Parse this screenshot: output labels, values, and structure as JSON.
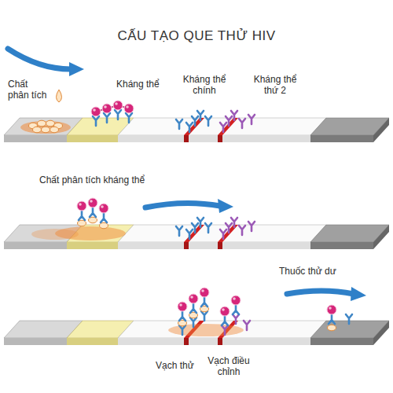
{
  "diagram": {
    "title": "CẤU TẠO QUE THỬ HIV",
    "labels": [
      "Chất phân tích",
      "Kháng thể",
      "Kháng thể chính",
      "Kháng thể thứ 2",
      "Chất phân tích kháng thể",
      "Thuốc thử dư",
      "Vạch thử",
      "Vạch điều chỉnh"
    ]
  }
}
